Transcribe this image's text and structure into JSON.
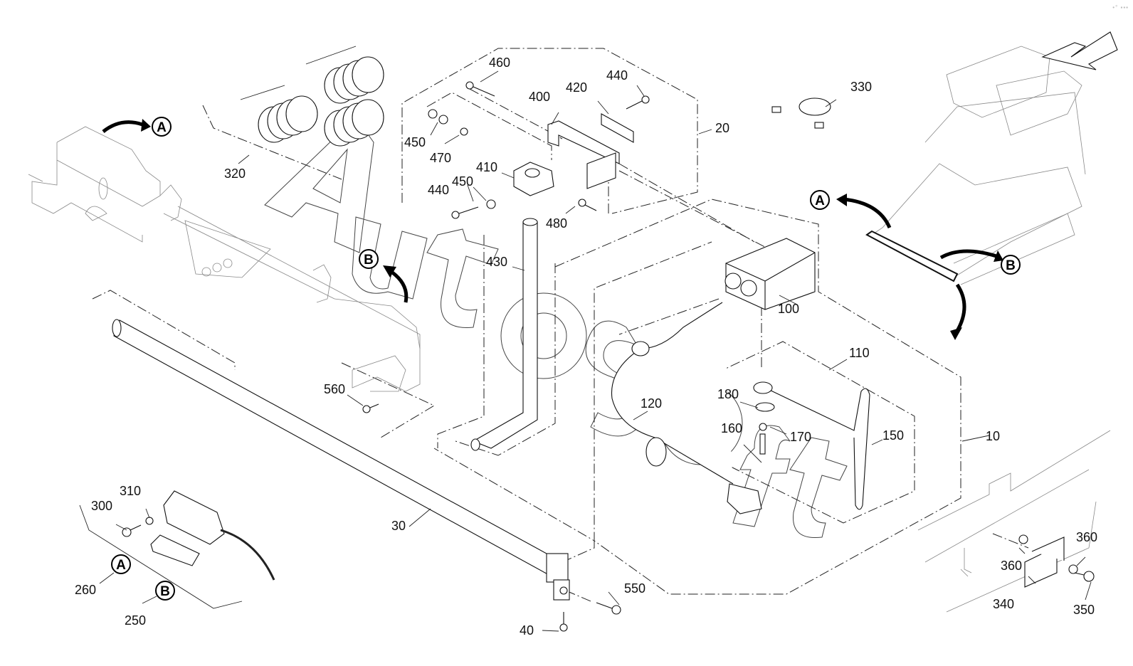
{
  "diagram": {
    "title": "Exploded parts diagram — screed sensor / leveling system",
    "watermark": "AutoSoft",
    "corner_mark": "•° ▪▪▪",
    "callouts": [
      {
        "id": "A",
        "label": "A"
      },
      {
        "id": "B",
        "label": "B"
      }
    ],
    "part_labels": {
      "p10": "10",
      "p20": "20",
      "p30": "30",
      "p40": "40",
      "p100": "100",
      "p110": "110",
      "p120": "120",
      "p150": "150",
      "p160": "160",
      "p170": "170",
      "p180": "180",
      "p250": "250",
      "p260": "260",
      "p300": "300",
      "p310": "310",
      "p320": "320",
      "p330": "330",
      "p340": "340",
      "p350": "350",
      "p360a": "360",
      "p360b": "360",
      "p400": "400",
      "p410": "410",
      "p420": "420",
      "p430": "430",
      "p440a": "440",
      "p440b": "440",
      "p450a": "450",
      "p450b": "450",
      "p460": "460",
      "p470": "470",
      "p480": "480",
      "p550": "550",
      "p560": "560"
    }
  }
}
